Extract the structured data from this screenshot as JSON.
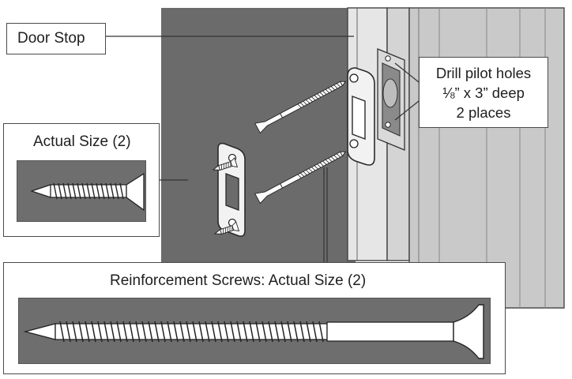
{
  "labels": {
    "door_stop": "Door Stop",
    "drill_pilot_holes": [
      "Drill pilot holes",
      "⅛” x 3” deep",
      "2 places"
    ],
    "actual_size": "Actual Size (2)",
    "reinforcement_screws": "Reinforcement Screws: Actual Size (2)"
  },
  "icons": {
    "small_screw": "wood-screw-icon",
    "long_screw": "reinforcement-screw-icon",
    "strike_plate": "strike-plate-icon",
    "deadbolt_strike": "deadbolt-strike-icon"
  },
  "colors": {
    "door_face": "#6b6b6b",
    "frame": "#c8c8c8",
    "plate": "#f2f2f2",
    "outline": "#2a2a2a"
  }
}
